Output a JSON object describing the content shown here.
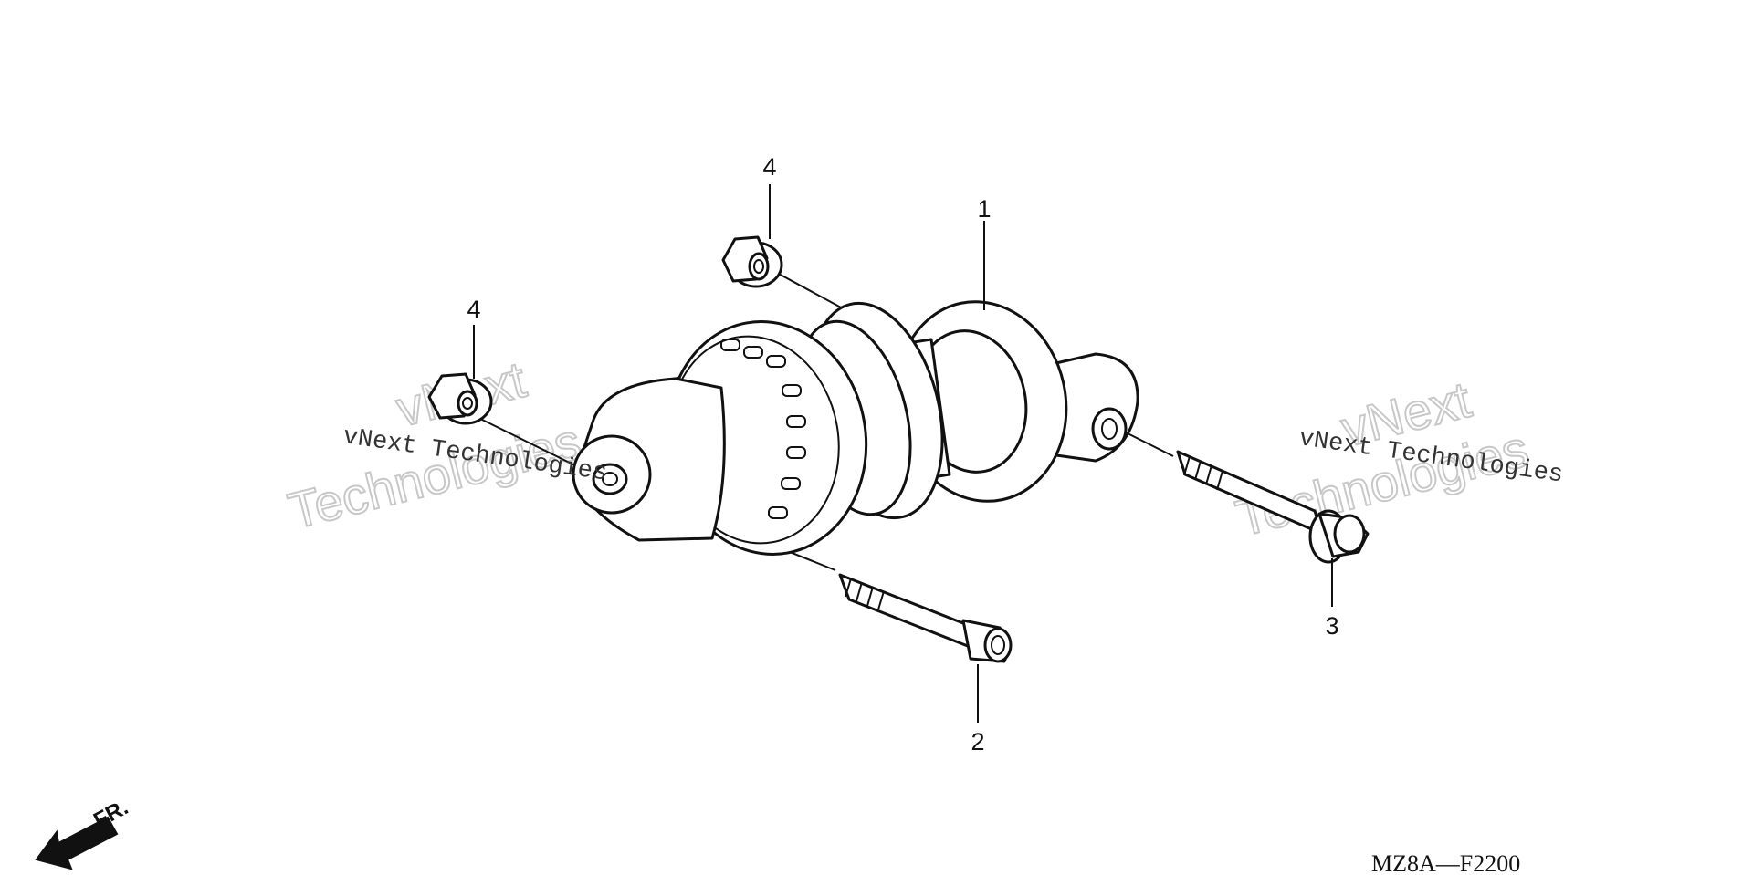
{
  "diagram": {
    "callouts": [
      {
        "id": "callout-1",
        "label": "1"
      },
      {
        "id": "callout-2",
        "label": "2"
      },
      {
        "id": "callout-3",
        "label": "3"
      },
      {
        "id": "callout-4a",
        "label": "4"
      },
      {
        "id": "callout-4b",
        "label": "4"
      }
    ],
    "watermark": {
      "brand_text": "vNext Technologies",
      "outline_word_1": "vNext",
      "outline_word_2": "Technologies"
    },
    "direction_label": "FR.",
    "figure_code": "MZ8A—F2200"
  },
  "colors": {
    "line": "#111111",
    "background": "#ffffff",
    "watermark_outline": "#c8c8c8"
  }
}
